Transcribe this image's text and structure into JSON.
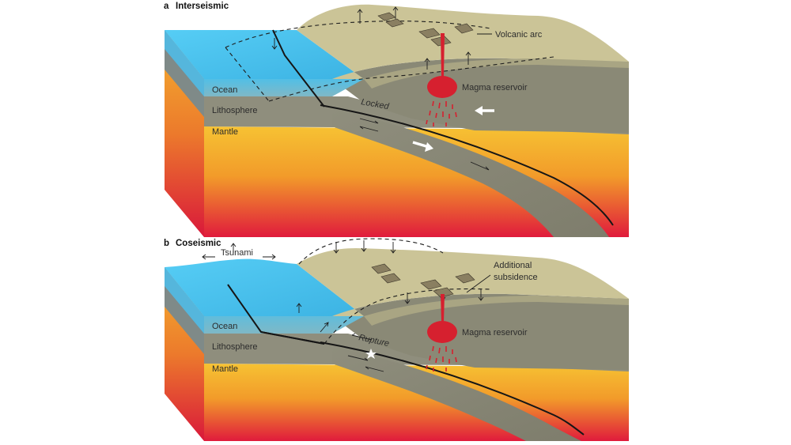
{
  "panel_a": {
    "letter": "a",
    "title": "Interseismic",
    "labels": {
      "ocean": "Ocean",
      "lithosphere": "Lithosphere",
      "mantle": "Mantle",
      "volcanic_arc": "Volcanic arc",
      "magma_reservoir": "Magma reservoir",
      "locked": "Locked"
    }
  },
  "panel_b": {
    "letter": "b",
    "title": "Coseismic",
    "labels": {
      "tsunami": "Tsunami",
      "additional_subsidence_1": "Additional",
      "additional_subsidence_2": "subsidence",
      "ocean": "Ocean",
      "lithosphere": "Lithosphere",
      "mantle": "Mantle",
      "magma_reservoir": "Magma reservoir",
      "rupture": "Rupture"
    }
  },
  "colors": {
    "ocean": "#4fc3ee",
    "land_top": "#cbc497",
    "lithosphere": "#8f8e7d",
    "mantle_top": "#f6c233",
    "mantle_bottom": "#e01b3c",
    "magma": "#d6202f"
  }
}
